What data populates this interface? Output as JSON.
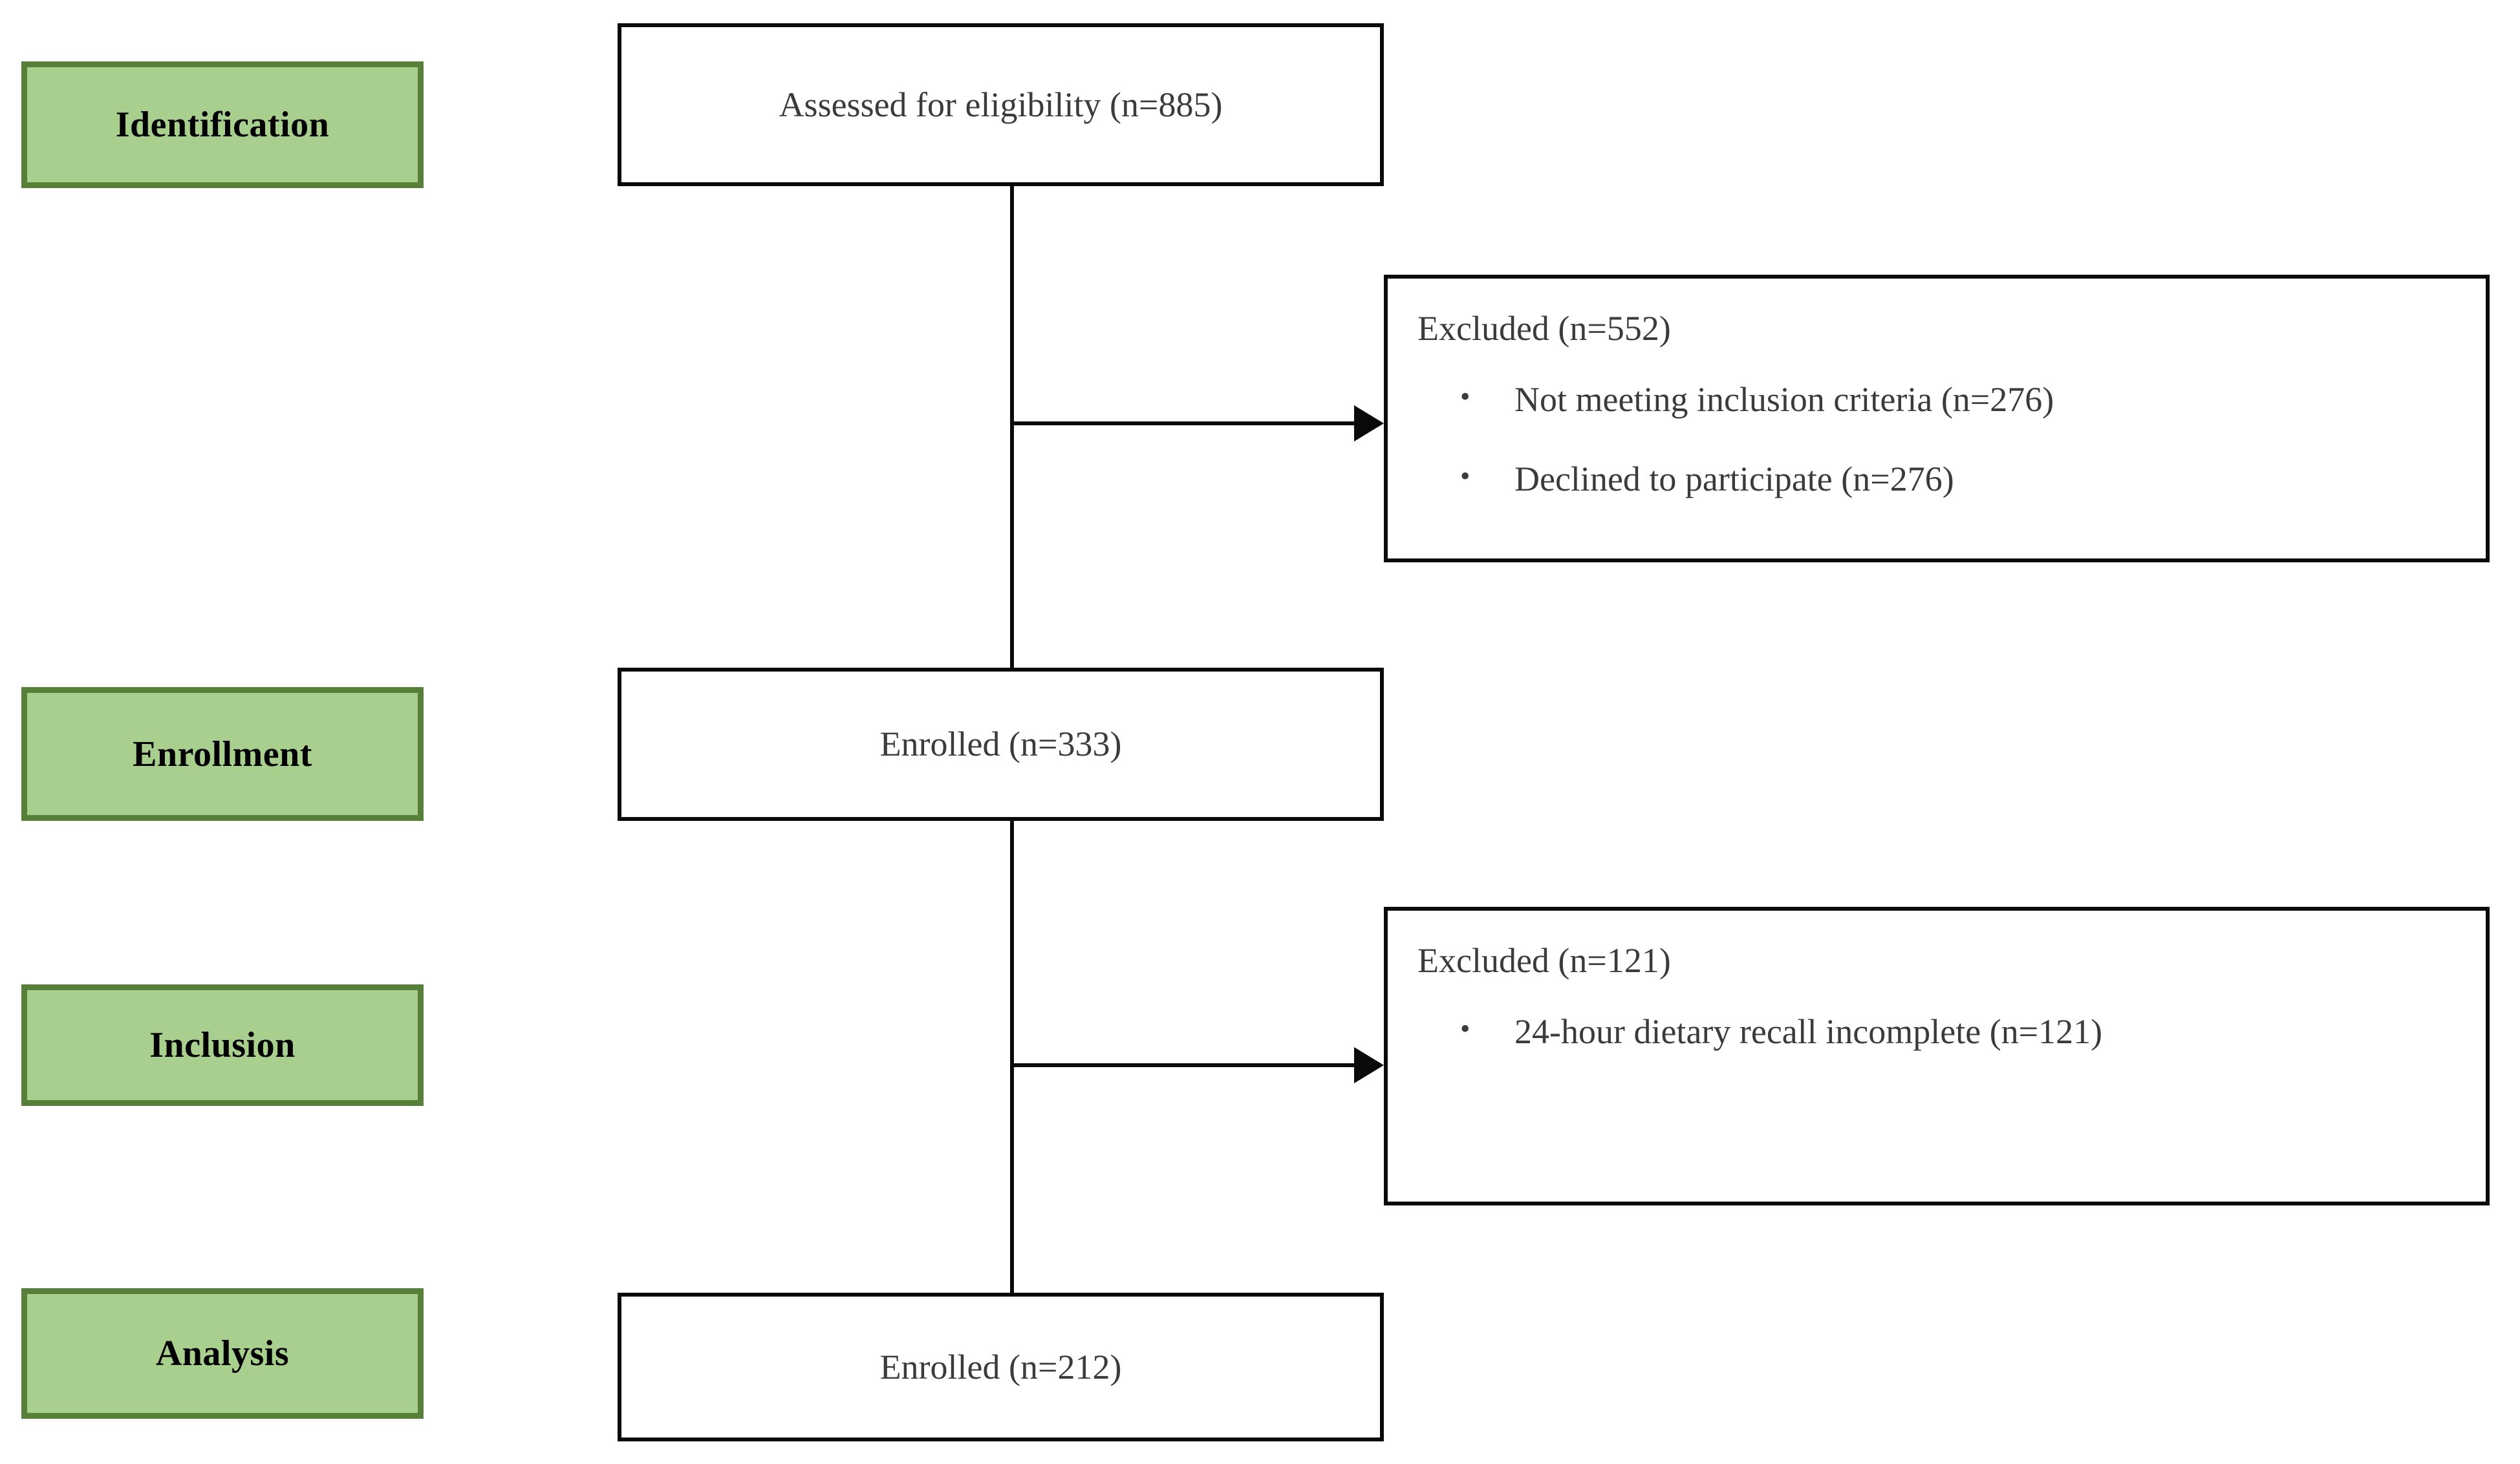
{
  "diagram": {
    "type": "consort-flow-diagram",
    "colors": {
      "label_fill": "#a8cf8e",
      "label_border": "#568038",
      "box_border": "#0a0a0a",
      "box_fill": "#ffffff",
      "text": "#3b3b3b",
      "label_text": "#000000",
      "background": "#ffffff"
    },
    "stage_labels": [
      {
        "id": "identification",
        "label": "Identification"
      },
      {
        "id": "enrollment",
        "label": "Enrollment"
      },
      {
        "id": "inclusion",
        "label": "Inclusion"
      },
      {
        "id": "analysis",
        "label": "Analysis"
      }
    ],
    "flow_boxes": [
      {
        "id": "assessed",
        "label": "Assessed for eligibility (n=885)",
        "n": 885
      },
      {
        "id": "enrolled-333",
        "label": "Enrolled (n=333)",
        "n": 333
      },
      {
        "id": "enrolled-212",
        "label": "Enrolled (n=212)",
        "n": 212
      }
    ],
    "exclusion_boxes": [
      {
        "id": "excluded-552",
        "title": "Excluded (n=552)",
        "n": 552,
        "bullet_glyph": "•",
        "items": [
          {
            "text": "Not meeting inclusion criteria (n=276)",
            "n": 276
          },
          {
            "text": "Declined to participate (n=276)",
            "n": 276
          }
        ]
      },
      {
        "id": "excluded-121",
        "title": "Excluded (n=121)",
        "n": 121,
        "bullet_glyph": "•",
        "items": [
          {
            "text": "24-hour dietary recall incomplete (n=121)",
            "n": 121
          }
        ]
      }
    ]
  }
}
